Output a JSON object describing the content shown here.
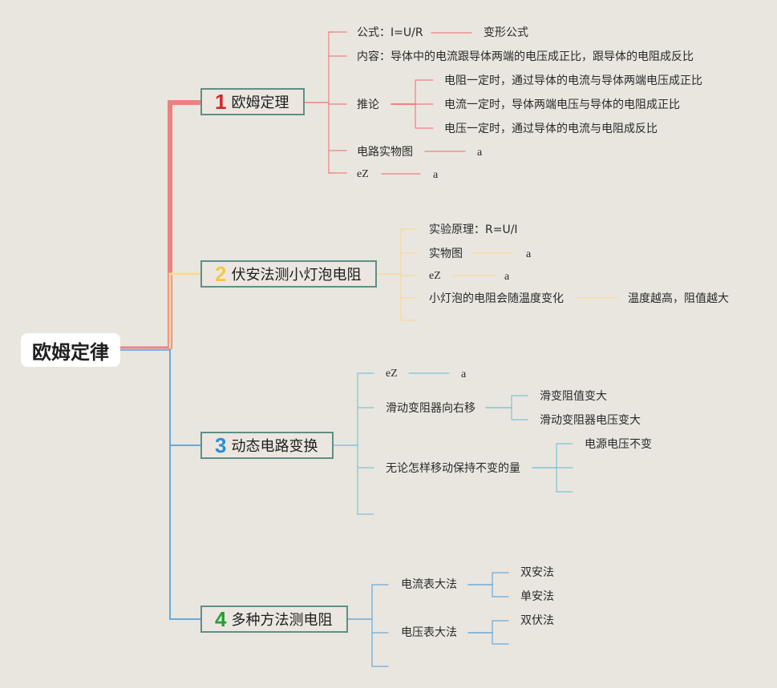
{
  "root": {
    "label": "欧姆定律"
  },
  "colors": {
    "b1": "#ee8080",
    "b2": "#f7d99a",
    "b3": "#7ec3d6",
    "b4": "#6aaad8",
    "num1": "#d22a2a",
    "num2": "#f2c94c",
    "num3": "#2b8fd6",
    "num4": "#22a036"
  },
  "branches": [
    {
      "num": "1",
      "label": "欧姆定理",
      "items": {
        "formula": "公式：I=U/R",
        "formula_sub": "变形公式",
        "content": "内容：导体中的电流跟导体两端的电压成正比，跟导体的电阻成反比",
        "inference": "推论",
        "inf1": "电阻一定时，通过导体的电流与导体两端电压成正比",
        "inf2": "电流一定时，导体两端电压与导体的电阻成正比",
        "inf3": "电压一定时，通过导体的电流与电阻成反比",
        "circuit": "电路实物图",
        "circuit_sub": "a",
        "ez": "eZ",
        "ez_sub": "a"
      }
    },
    {
      "num": "2",
      "label": "伏安法测小灯泡电阻",
      "items": {
        "principle": "实验原理：R=U/I",
        "photo": "实物图",
        "photo_sub": "a",
        "ez": "eZ",
        "ez_sub": "a",
        "bulb": "小灯泡的电阻会随温度变化",
        "bulb_sub": "温度越高，阻值越大"
      }
    },
    {
      "num": "3",
      "label": "动态电路变换",
      "items": {
        "ez": "eZ",
        "ez_sub": "a",
        "slider": "滑动变阻器向右移",
        "slider1": "滑变阻值变大",
        "slider2": "滑动变阻器电压变大",
        "constant": "无论怎样移动保持不变的量",
        "constant1": "电源电压不变"
      }
    },
    {
      "num": "4",
      "label": "多种方法测电阻",
      "items": {
        "ammeter": "电流表大法",
        "am1": "双安法",
        "am2": "单安法",
        "voltmeter": "电压表大法",
        "vm1": "双伏法"
      }
    }
  ]
}
